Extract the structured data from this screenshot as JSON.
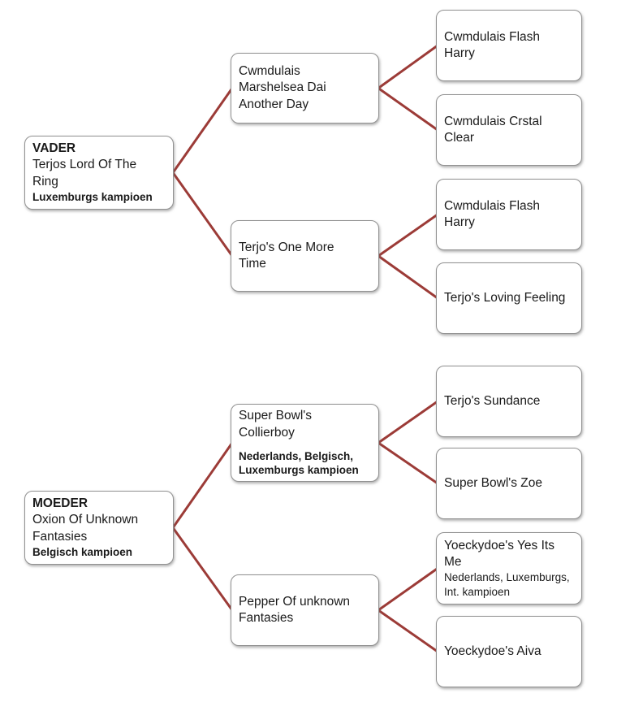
{
  "diagram": {
    "type": "pedigree-tree",
    "line_color": "#9C3B37",
    "nodes": [
      {
        "id": "vader",
        "header": "VADER",
        "name": "Terjos Lord Of The\nRing",
        "titles": "Luxemburgs kampioen"
      },
      {
        "id": "vader-sire",
        "name": "Cwmdulais\nMarshelsea Dai\nAnother Day"
      },
      {
        "id": "vader-dam",
        "name": "Terjo's One More\nTime"
      },
      {
        "id": "vs-sire",
        "name": "Cwmdulais Flash\nHarry"
      },
      {
        "id": "vs-dam",
        "name": "Cwmdulais Crstal\nClear"
      },
      {
        "id": "vd-sire",
        "name": "Cwmdulais Flash\nHarry"
      },
      {
        "id": "vd-dam",
        "name": "Terjo's Loving Feeling"
      },
      {
        "id": "moeder",
        "header": "MOEDER",
        "name": "Oxion Of Unknown\nFantasies",
        "titles": "Belgisch kampioen"
      },
      {
        "id": "moeder-sire",
        "name": "Super Bowl's\nCollierboy",
        "titles": "Nederlands, Belgisch,\nLuxemburgs kampioen"
      },
      {
        "id": "moeder-dam",
        "name": "Pepper Of unknown\nFantasies"
      },
      {
        "id": "ms-sire",
        "name": "Terjo's Sundance"
      },
      {
        "id": "ms-dam",
        "name": "Super Bowl's Zoe"
      },
      {
        "id": "md-sire",
        "name": "Yoeckydoe's Yes Its\nMe",
        "subtitle": "Nederlands, Luxemburgs,\nInt. kampioen"
      },
      {
        "id": "md-dam",
        "name": "Yoeckydoe's Aiva"
      }
    ],
    "edges": [
      [
        "vader",
        "vader-sire"
      ],
      [
        "vader",
        "vader-dam"
      ],
      [
        "vader-sire",
        "vs-sire"
      ],
      [
        "vader-sire",
        "vs-dam"
      ],
      [
        "vader-dam",
        "vd-sire"
      ],
      [
        "vader-dam",
        "vd-dam"
      ],
      [
        "moeder",
        "moeder-sire"
      ],
      [
        "moeder",
        "moeder-dam"
      ],
      [
        "moeder-sire",
        "ms-sire"
      ],
      [
        "moeder-sire",
        "ms-dam"
      ],
      [
        "moeder-dam",
        "md-sire"
      ],
      [
        "moeder-dam",
        "md-dam"
      ]
    ]
  }
}
